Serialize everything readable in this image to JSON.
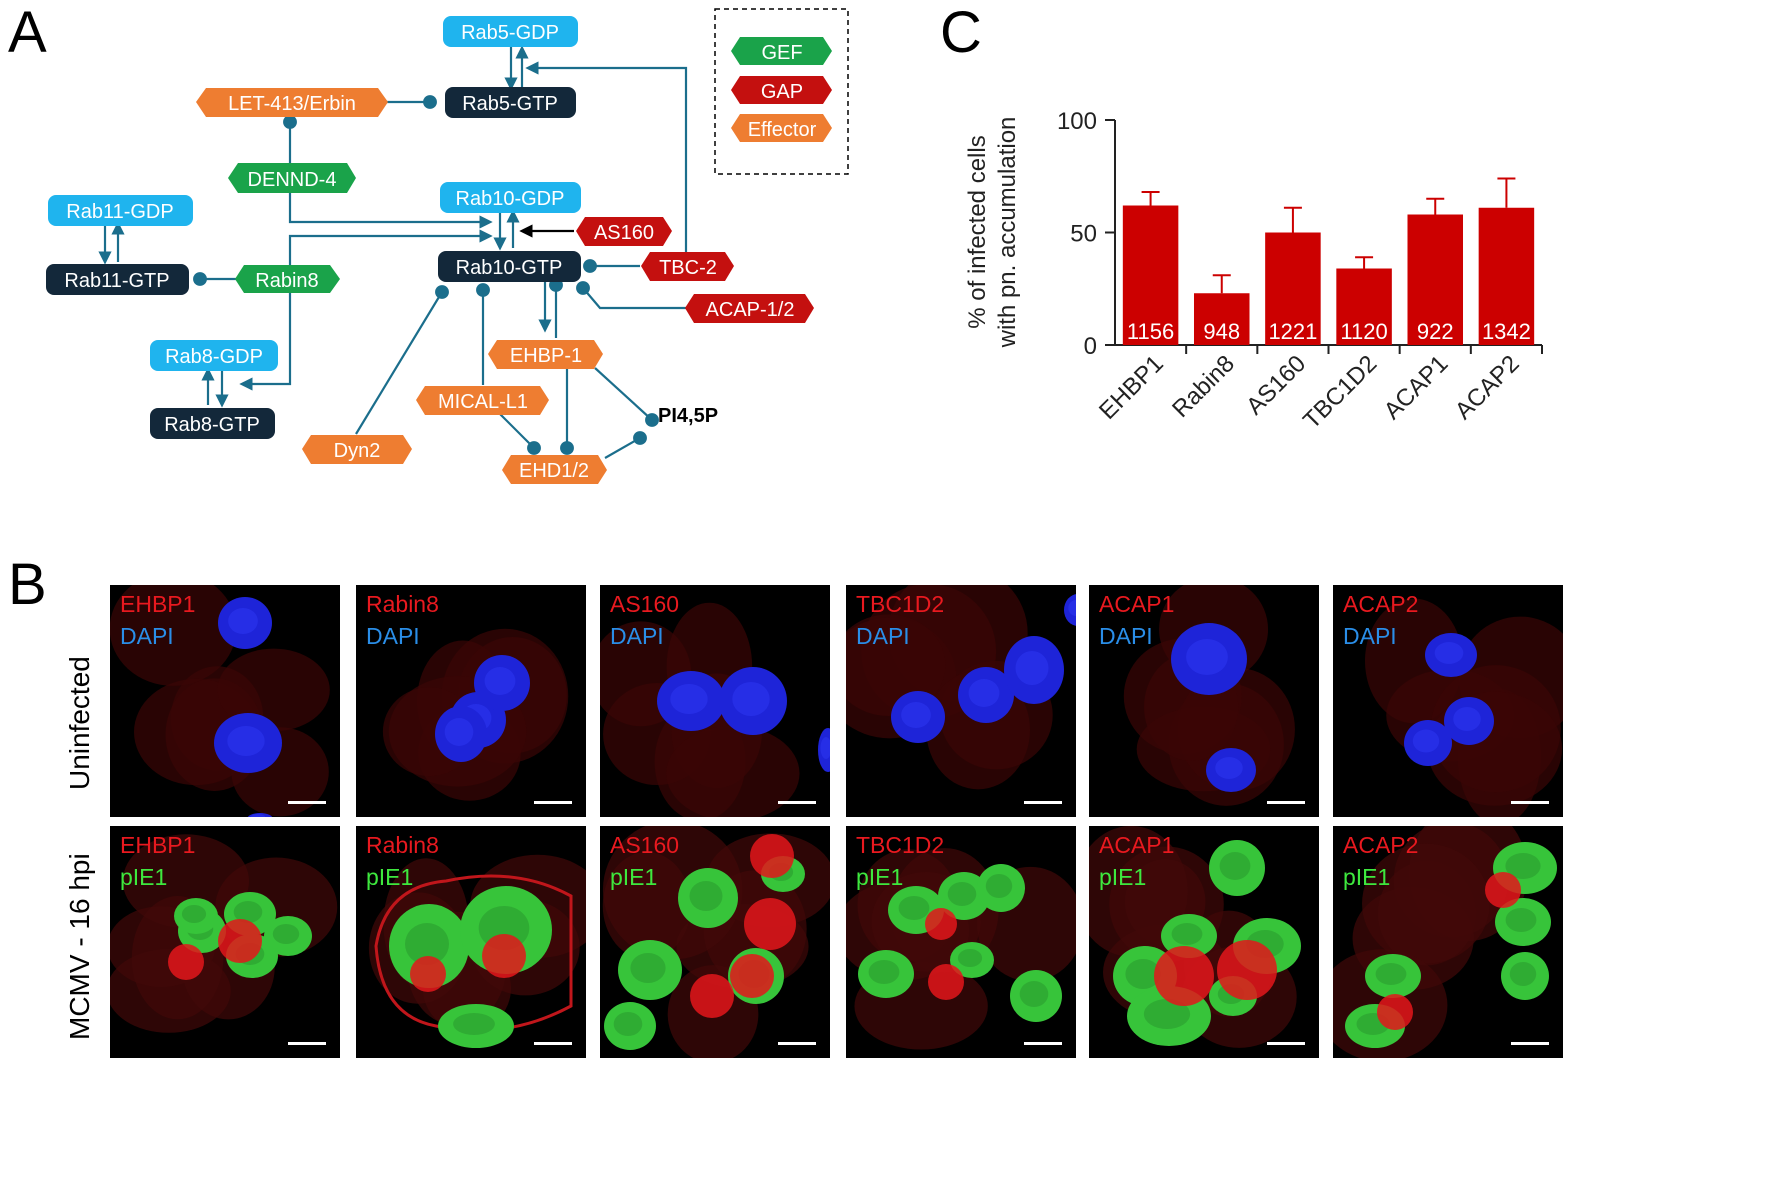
{
  "panel_labels": [
    "A",
    "B",
    "C"
  ],
  "legend": {
    "gef": "GEF",
    "gap": "GAP",
    "effector": "Effector"
  },
  "network": {
    "rab5_gdp": "Rab5-GDP",
    "rab5_gtp": "Rab5-GTP",
    "let413": "LET-413/Erbin",
    "dennd4": "DENND-4",
    "rab10_gdp": "Rab10-GDP",
    "rab10_gtp": "Rab10-GTP",
    "as160": "AS160",
    "tbc2": "TBC-2",
    "acap12": "ACAP-1/2",
    "rab11_gdp": "Rab11-GDP",
    "rab11_gtp": "Rab11-GTP",
    "rabin8": "Rabin8",
    "rab8_gdp": "Rab8-GDP",
    "rab8_gtp": "Rab8-GTP",
    "ehbp1": "EHBP-1",
    "mical": "MICAL-L1",
    "pi45p": "PI4,5P",
    "dyn2": "Dyn2",
    "ehd12": "EHD1/2"
  },
  "colors": {
    "gef": "#1aa34a",
    "gap": "#c4100f",
    "effector": "#ee7d31",
    "gdp": "#1fb4ee",
    "gtp": "#13283a",
    "line": "#1b6e8c",
    "bar": "#cc0000"
  },
  "chart_data": {
    "type": "bar",
    "categories": [
      "EHBP1",
      "Rabin8",
      "AS160",
      "TBC1D2",
      "ACAP1",
      "ACAP2"
    ],
    "values": [
      62,
      23,
      50,
      34,
      58,
      61
    ],
    "errors": [
      6,
      8,
      11,
      5,
      7,
      13
    ],
    "counts": [
      "1156",
      "948",
      "1221",
      "1120",
      "922",
      "1342"
    ],
    "ylabel_line1": "% of infected cells",
    "ylabel_line2": "with pn. accumulation",
    "ylim": [
      0,
      100
    ],
    "yticks": [
      "0",
      "50",
      "100"
    ]
  },
  "panel_b": {
    "row_uninfected": "Uninfected",
    "row_infected": "MCMV - 16 hpi",
    "proteins": [
      "EHBP1",
      "Rabin8",
      "AS160",
      "TBC1D2",
      "ACAP1",
      "ACAP2"
    ],
    "stain_uninfected": "DAPI",
    "stain_infected": "pIE1"
  }
}
